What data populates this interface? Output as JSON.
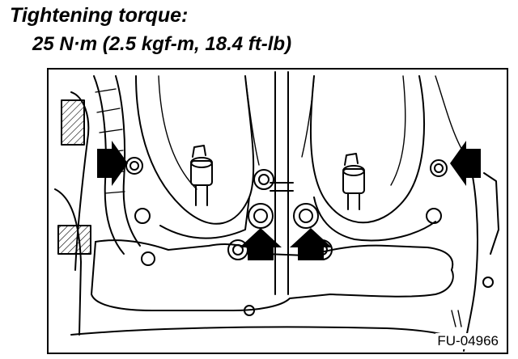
{
  "heading": "Tightening torque:",
  "torque_spec": "25 N·m (2.5 kgf-m, 18.4 ft-lb)",
  "figure_code": "FU-04966",
  "colors": {
    "line": "#000000",
    "background": "#ffffff"
  },
  "icons": [
    "arrow-right-icon",
    "arrow-left-icon",
    "arrow-up-icon"
  ]
}
